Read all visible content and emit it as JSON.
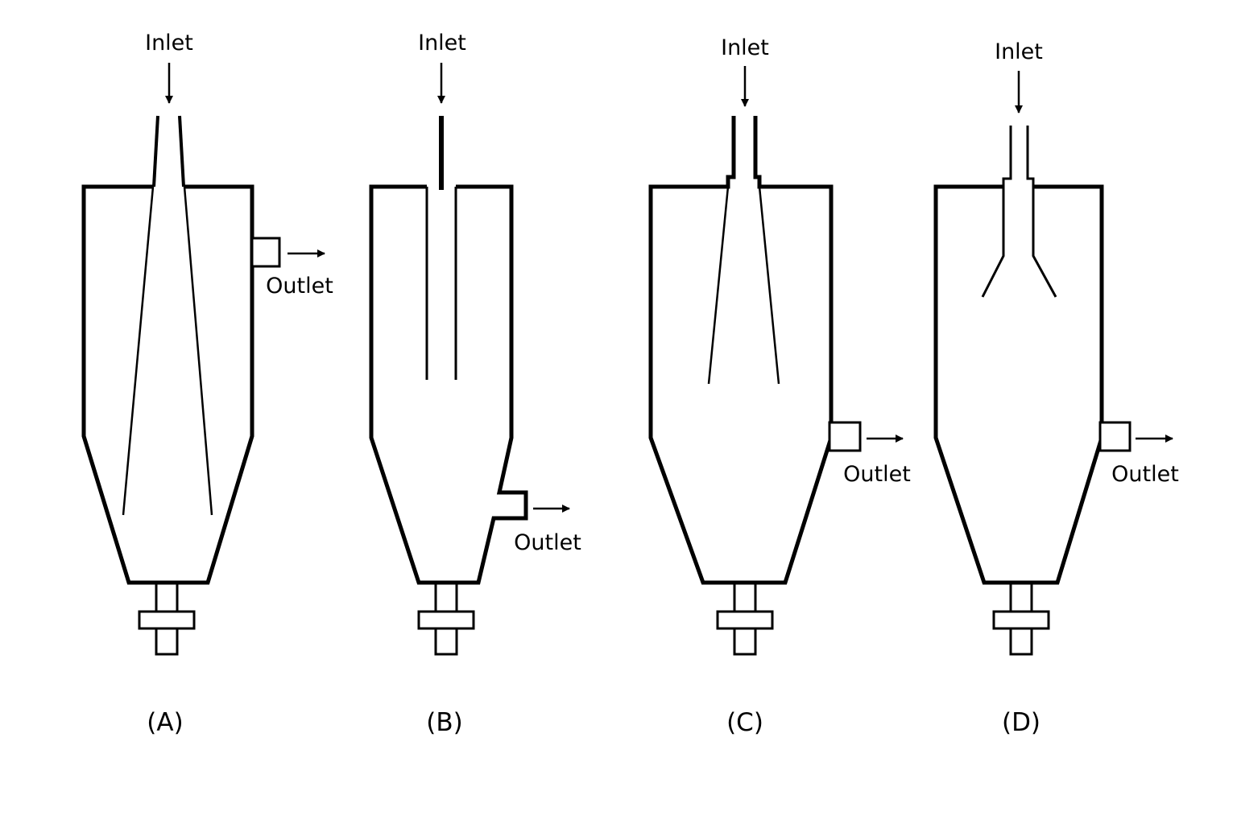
{
  "diagrams": [
    {
      "id": "A",
      "caption": "(A)",
      "inlet_label": "Inlet",
      "outlet_label": "Outlet"
    },
    {
      "id": "B",
      "caption": "(B)",
      "inlet_label": "Inlet",
      "outlet_label": "Outlet"
    },
    {
      "id": "C",
      "caption": "(C)",
      "inlet_label": "Inlet",
      "outlet_label": "Outlet"
    },
    {
      "id": "D",
      "caption": "(D)",
      "inlet_label": "Inlet",
      "outlet_label": "Outlet"
    }
  ]
}
